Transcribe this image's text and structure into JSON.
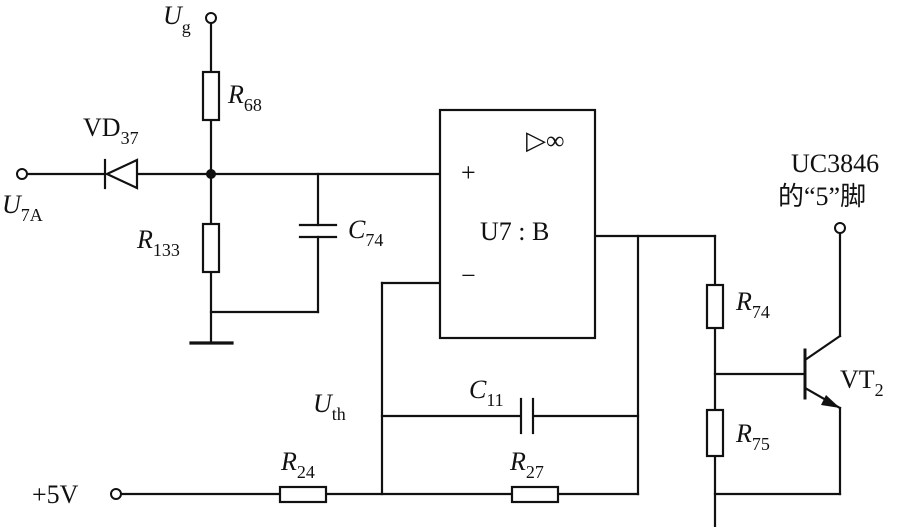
{
  "labels": {
    "ug": {
      "main": "U",
      "sub": "g"
    },
    "u7a": {
      "main": "U",
      "sub": "7A"
    },
    "vd37": {
      "main": "VD",
      "sub": "37"
    },
    "r68": {
      "main": "R",
      "sub": "68"
    },
    "r133": {
      "main": "R",
      "sub": "133"
    },
    "c74": {
      "main": "C",
      "sub": "74"
    },
    "opamp_name": "U7 : B",
    "opamp_symbol": "▷∞",
    "plus": "+",
    "minus": "−",
    "uth": {
      "main": "U",
      "sub": "th"
    },
    "c11": {
      "main": "C",
      "sub": "11"
    },
    "r24": {
      "main": "R",
      "sub": "24"
    },
    "r27": {
      "main": "R",
      "sub": "27"
    },
    "r74": {
      "main": "R",
      "sub": "74"
    },
    "r75": {
      "main": "R",
      "sub": "75"
    },
    "vt2": {
      "main": "VT",
      "sub": "2"
    },
    "uc_line1": "UC3846",
    "uc_line2": "的“5”脚",
    "supply": "+5V"
  }
}
